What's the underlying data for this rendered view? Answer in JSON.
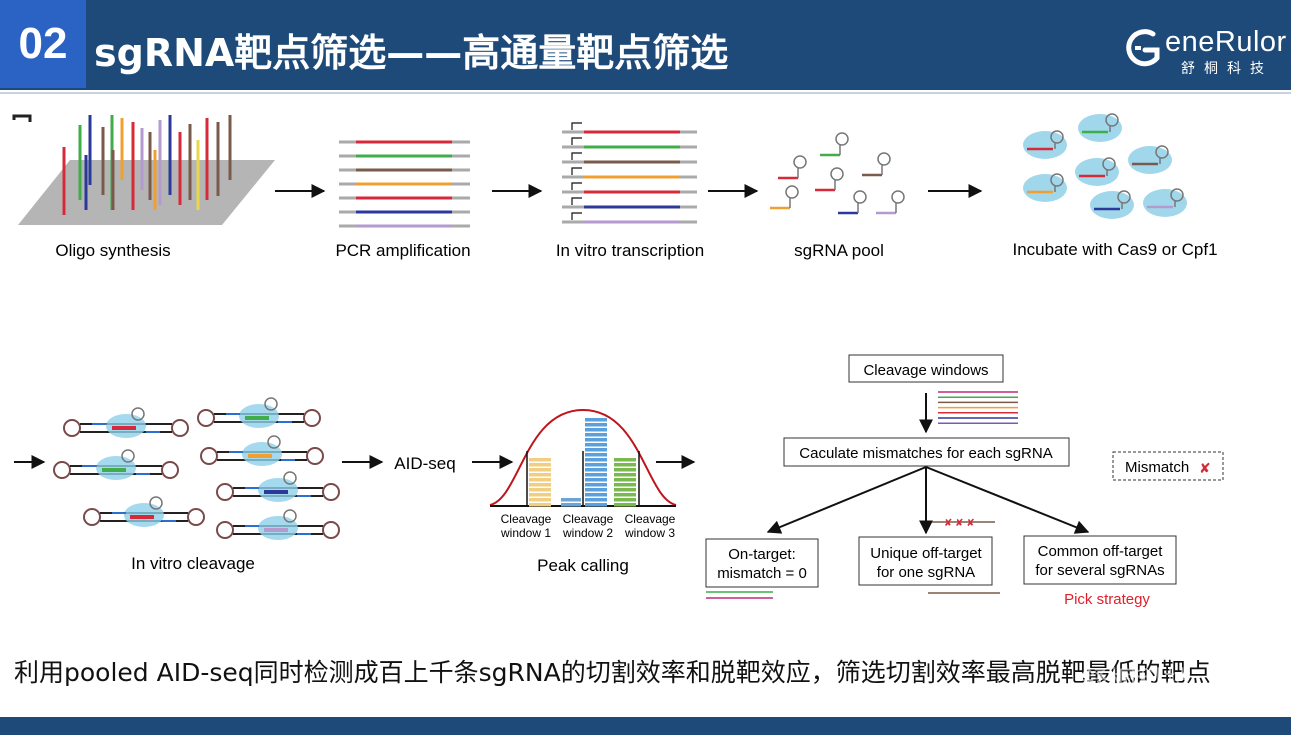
{
  "header": {
    "number": "02",
    "title": "sgRNA靶点筛选——高通量靶点筛选"
  },
  "logo": {
    "brand": "eneRulor",
    "sub": "舒桐科技"
  },
  "steps_top": [
    {
      "label": "Oligo synthesis"
    },
    {
      "label": "PCR amplification"
    },
    {
      "label": "In vitro transcription"
    },
    {
      "label": "sgRNA pool"
    },
    {
      "label": "Incubate with Cas9 or Cpf1"
    }
  ],
  "steps_bottom": {
    "cleavage": "In vitro cleavage",
    "aidseq": "AID-seq",
    "peak": "Peak calling",
    "windows": [
      {
        "line1": "Cleavage",
        "line2": "window 1"
      },
      {
        "line1": "Cleavage",
        "line2": "window 2"
      },
      {
        "line1": "Cleavage",
        "line2": "window 3"
      }
    ]
  },
  "flow": {
    "box_windows": "Cleavage windows",
    "box_calc": "Caculate mismatches for each sgRNA",
    "mismatch_legend": "Mismatch",
    "outcomes": [
      {
        "line1": "On-target:",
        "line2": "mismatch = 0"
      },
      {
        "line1": "Unique off-target",
        "line2": "for one sgRNA"
      },
      {
        "line1": "Common off-target",
        "line2": "for several sgRNAs"
      }
    ],
    "pick": "Pick strategy"
  },
  "caption": "利用pooled AID-seq同时检测成百上千条sgRNA的切割效率和脱靶效应，筛选切割效率最高脱靶最低的靶点",
  "watermark": "舒桐科技",
  "colors": {
    "header": "#1d4a78",
    "accent": "#2a63c4",
    "red": "#d62a3a",
    "green": "#3fae49",
    "brown": "#7a5a4a",
    "orange": "#f0a030",
    "blue": "#2b3a9a",
    "purple": "#b59ad0",
    "yellow": "#e8d84a",
    "pick": "#e0202a"
  }
}
